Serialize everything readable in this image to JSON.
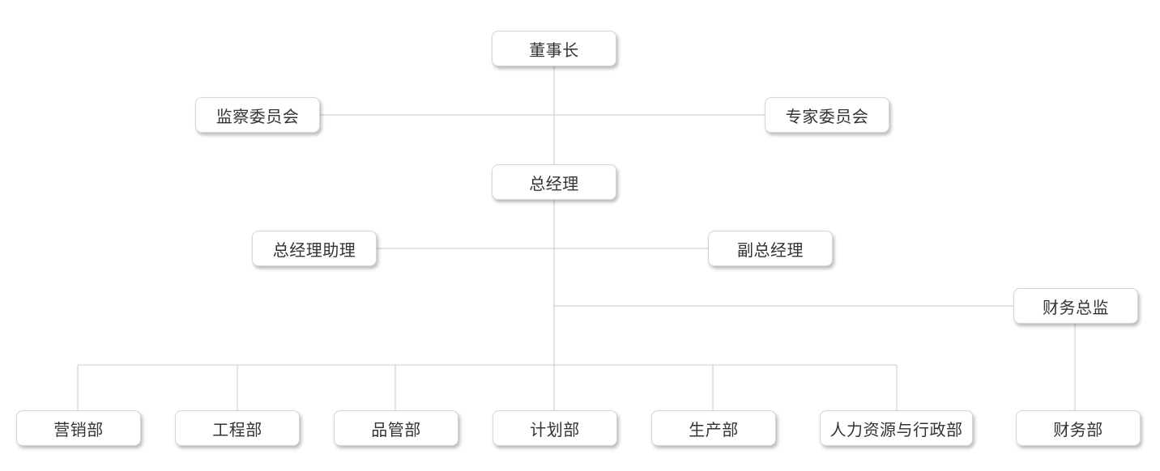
{
  "org_chart": {
    "chairman": "董事长",
    "supervisory_committee": "监察委员会",
    "expert_committee": "专家委员会",
    "general_manager": "总经理",
    "gm_assistant": "总经理助理",
    "deputy_gm": "副总经理",
    "finance_director": "财务总监",
    "departments": {
      "marketing": "营销部",
      "engineering": "工程部",
      "quality": "品管部",
      "planning": "计划部",
      "production": "生产部",
      "hr_admin": "人力资源与行政部",
      "finance": "财务部"
    }
  }
}
